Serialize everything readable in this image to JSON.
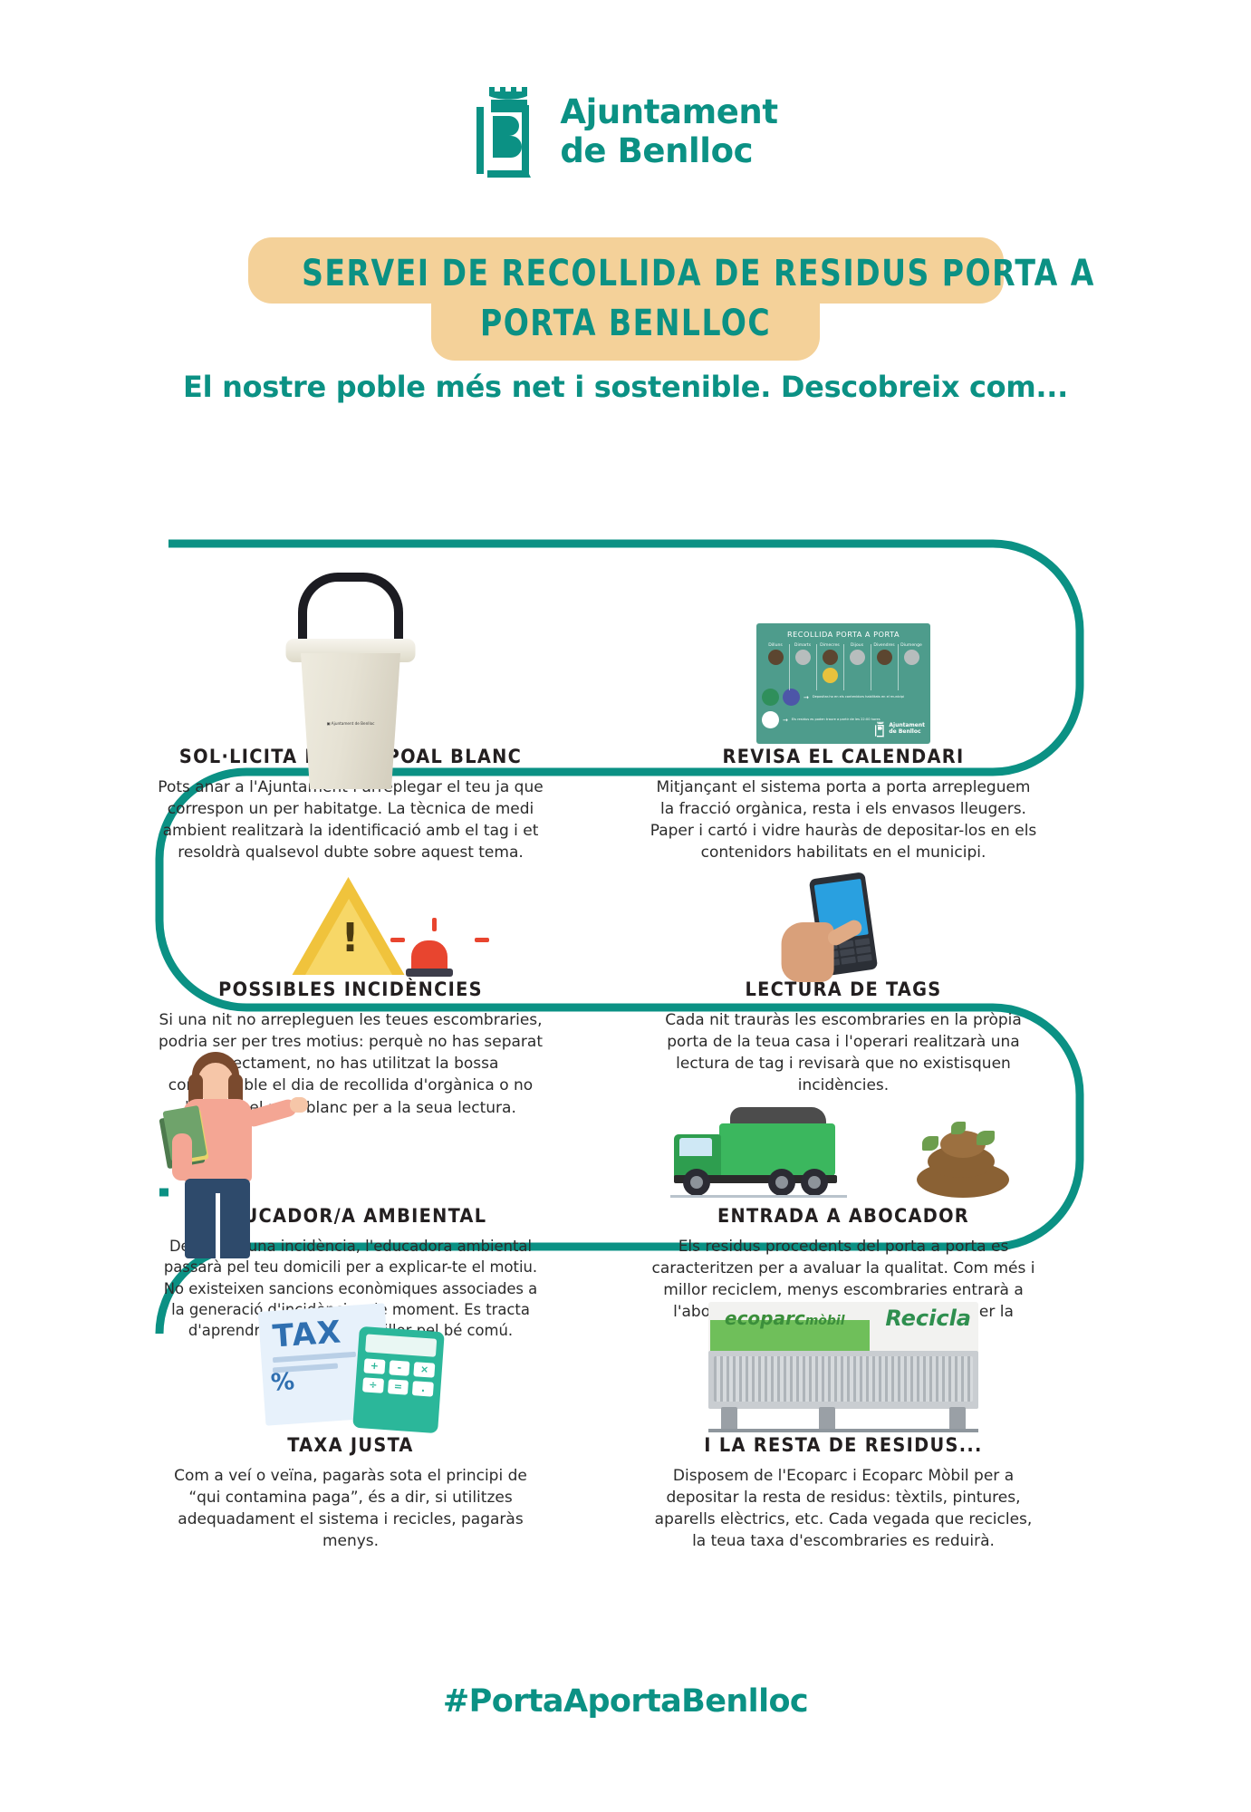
{
  "header": {
    "logo_line1": "Ajuntament",
    "logo_line2": "de Benlloc",
    "crest_letter": "B",
    "title_line1": "SERVEI DE RECOLLIDA DE RESIDUS PORTA A",
    "title_line2": "PORTA BENLLOC",
    "subtitle": "El nostre poble més net i sostenible. Descobreix com...",
    "banner_color": "#f4d199",
    "accent_color": "#0b9184"
  },
  "calendar_card": {
    "title": "RECOLLIDA PORTA A PORTA",
    "days": [
      "Dilluns",
      "Dimarts",
      "Dimecres",
      "Dijous",
      "Divendres",
      "Diumenge"
    ],
    "note1": "Depositar-ho en els contenidors habilitats en el municipi",
    "note2": "Els residus es poden traure a partir de les 22:00 hores",
    "logo_line1": "Ajuntament",
    "logo_line2": "de Benlloc"
  },
  "tax_art": {
    "word": "TAX",
    "percent": "%",
    "calc_keys": [
      "+",
      "-",
      "×",
      "÷",
      "=",
      "."
    ]
  },
  "eco_art": {
    "word1": "ecoparc",
    "word1b": "mòbil",
    "word2": "Recicla"
  },
  "sections": [
    {
      "id": "sol-licita-el-teu-poal-blanc",
      "heading": "SOL·LICITA EL TEU POAL BLANC",
      "body": "Pots anar a l'Ajuntament i arreplegar el teu ja que correspon un per habitatge. La tècnica de medi ambient realitzarà la identificació amb el tag i et resoldrà qualsevol dubte sobre aquest tema."
    },
    {
      "id": "revisa-el-calendari",
      "heading": "REVISA EL CALENDARI",
      "body": "Mitjançant el sistema porta a porta arrepleguem la fracció orgànica, resta i els envasos lleugers. Paper i cartó i vidre hauràs de depositar-los en els contenidors habilitats en el municipi."
    },
    {
      "id": "possibles-incidencies",
      "heading": "POSSIBLES INCIDÈNCIES",
      "body": "Si una nit no arrepleguen les teues escombraries, podria ser per tres motius: perquè no has separat correctament, no has utilitzat la bossa compostable el dia de recollida d'orgànica o no has tret el poal blanc per a la seua lectura."
    },
    {
      "id": "lectura-de-tags",
      "heading": "LECTURA DE TAGS",
      "body": "Cada nit trauràs les escombraries en la pròpia porta de la teua casa i l'operari realitzarà una lectura de tag i revisarà que no existisquen incidències."
    },
    {
      "id": "educador-a-ambiental",
      "heading": "EDUCADOR/A AMBIENTAL",
      "body": "Després d'una incidència, l'educadora ambiental passarà pel teu domicili per a explicar-te el motiu. No existeixen sancions econòmiques associades a la generació d'incidències de moment. Es tracta d'aprendre com reciclar millor pel bé comú."
    },
    {
      "id": "entrada-a-abocador",
      "heading": "ENTRADA A ABOCADOR",
      "body": "Els residus procedents del porta a porta es caracteritzen per a avaluar la qualitat. Com més i millor reciclem, menys escombraries entrarà a l'abocador i per tant, menys pagarem per la incineració dels nostres residus."
    },
    {
      "id": "taxa-justa",
      "heading": "TAXA JUSTA",
      "body": "Com a veí o veïna, pagaràs sota el principi de “qui contamina paga”, és a dir, si utilitzes adequadament el sistema i recicles, pagaràs menys."
    },
    {
      "id": "i-la-resta-de-residus",
      "heading": "I LA RESTA DE RESIDUS...",
      "body": "Disposem de l'Ecoparc i Ecoparc Mòbil per a depositar la resta de residus: tèxtils, pintures, aparells elèctrics, etc. Cada vegada que recicles, la teua taxa d'escombraries es reduirà."
    }
  ],
  "footer": {
    "hashtag": "#PortaAportaBenlloc"
  }
}
